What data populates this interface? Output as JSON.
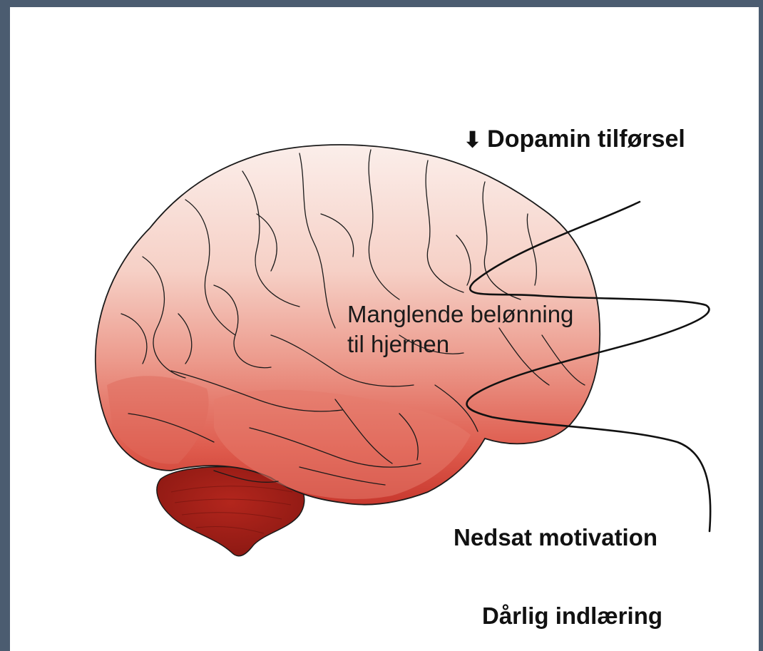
{
  "labels": {
    "dopamine_arrow": "⬇",
    "dopamine": "Dopamin tilførsel",
    "reward_line1": "Manglende belønning",
    "reward_line2": "til hjernen",
    "motivation": "Nedsat motivation",
    "learning": "Dårlig indlæring"
  },
  "colors": {
    "frame": "#4b5c70",
    "brain_light": "#f6d4cc",
    "brain_mid": "#e8857a",
    "brain_dark": "#c8382e",
    "cerebellum": "#9e1f18",
    "outline": "#1a1a1a"
  }
}
